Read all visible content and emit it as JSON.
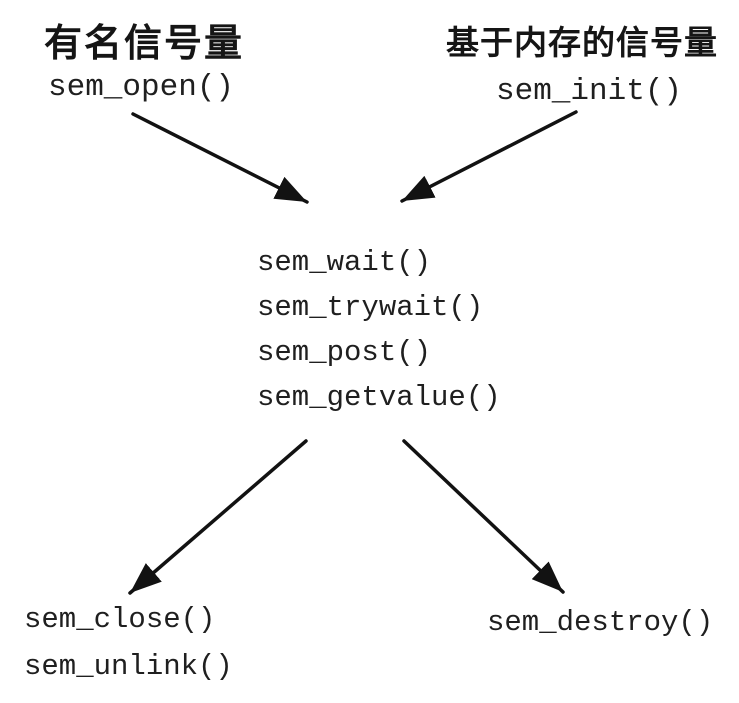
{
  "diagram": {
    "background": "#ffffff",
    "text_color": "#1f1f1f",
    "arrow_color": "#121212",
    "named": {
      "title": "有名信号量",
      "create_fn": "sem_open()",
      "cleanup_fns": [
        "sem_close()",
        "sem_unlink()"
      ]
    },
    "memory": {
      "title": "基于内存的信号量",
      "create_fn": "sem_init()",
      "cleanup_fns": [
        "sem_destroy()"
      ]
    },
    "shared_fns": [
      "sem_wait()",
      "sem_trywait()",
      "sem_post()",
      "sem_getvalue()"
    ]
  }
}
